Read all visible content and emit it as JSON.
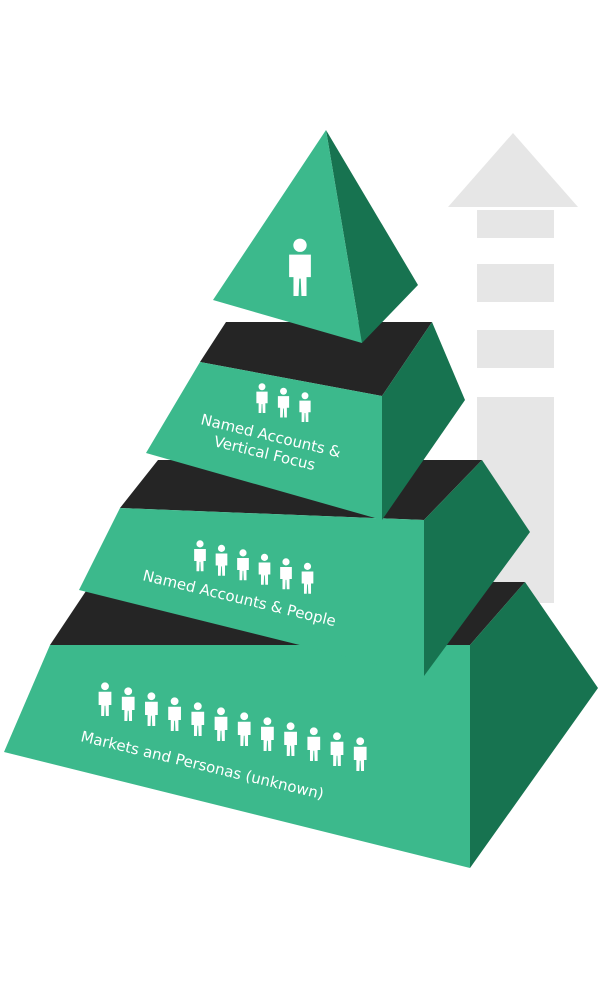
{
  "diagram": {
    "colors": {
      "front": "#3cb98c",
      "side": "#177350",
      "top": "#252525",
      "arrow": "#e6e6e6",
      "person": "#ffffff"
    },
    "tiers": [
      {
        "id": "apex",
        "label_lines": [],
        "people": 1
      },
      {
        "id": "tier-2",
        "label_lines": [
          "Named Accounts &",
          "Vertical Focus"
        ],
        "people": 3
      },
      {
        "id": "tier-3",
        "label_lines": [
          "Named Accounts & People"
        ],
        "people": 6
      },
      {
        "id": "tier-4",
        "label_lines": [
          "Markets and Personas (unknown)"
        ],
        "people": 12
      }
    ],
    "arrow_icon": "up-arrow-icon",
    "person_icon": "person-icon"
  }
}
